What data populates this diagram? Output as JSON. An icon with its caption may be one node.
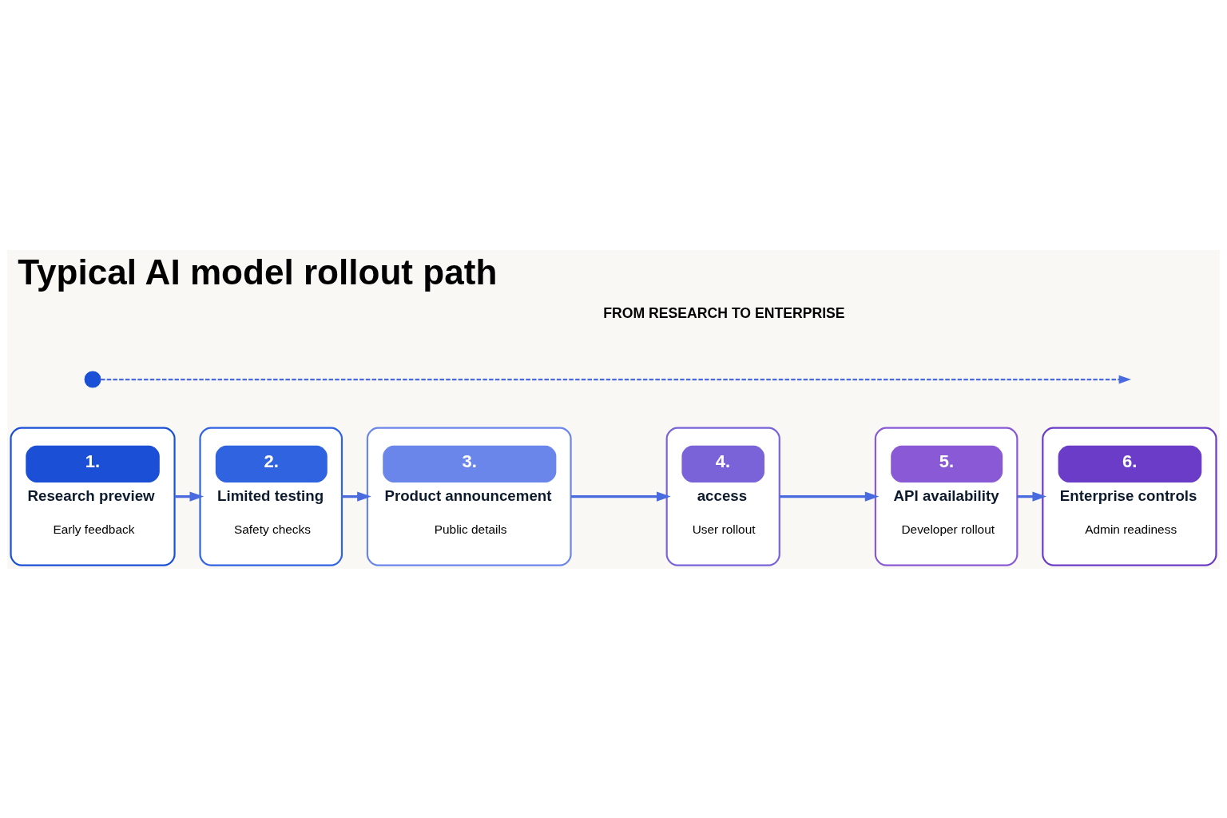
{
  "diagram": {
    "title": "Typical AI model rollout path",
    "nodes": [
      {
        "text": [
          "1.",
          "Research preview",
          "Early feedback"
        ]
      },
      {
        "text": [
          "2.",
          "Limited testing",
          "Safety checks"
        ]
      },
      {
        "text": [
          "3.",
          "Product announcement",
          "Public details"
        ]
      },
      {
        "text": [
          "4.",
          "access",
          "User rollout"
        ]
      },
      {
        "text": [
          "5.",
          "API availability",
          "Developer rollout"
        ]
      },
      {
        "text": [
          "6.",
          "Enterprise controls",
          "Admin readiness"
        ]
      },
      {
        "text": [],
        "shape": "circle"
      }
    ],
    "edges": [
      {
        "from": 0,
        "to": 1,
        "arrow": "to"
      },
      {
        "from": 1,
        "to": 2,
        "arrow": "to"
      },
      {
        "from": 2,
        "to": 3,
        "arrow": "to"
      },
      {
        "from": 3,
        "to": 4,
        "arrow": "to"
      },
      {
        "from": 4,
        "to": 5,
        "arrow": "to"
      },
      {
        "from": 6,
        "to": null,
        "arrow": "to",
        "style": "dashed"
      }
    ],
    "labels": [
      "FROM RESEARCH TO ENTERPRISE"
    ]
  }
}
